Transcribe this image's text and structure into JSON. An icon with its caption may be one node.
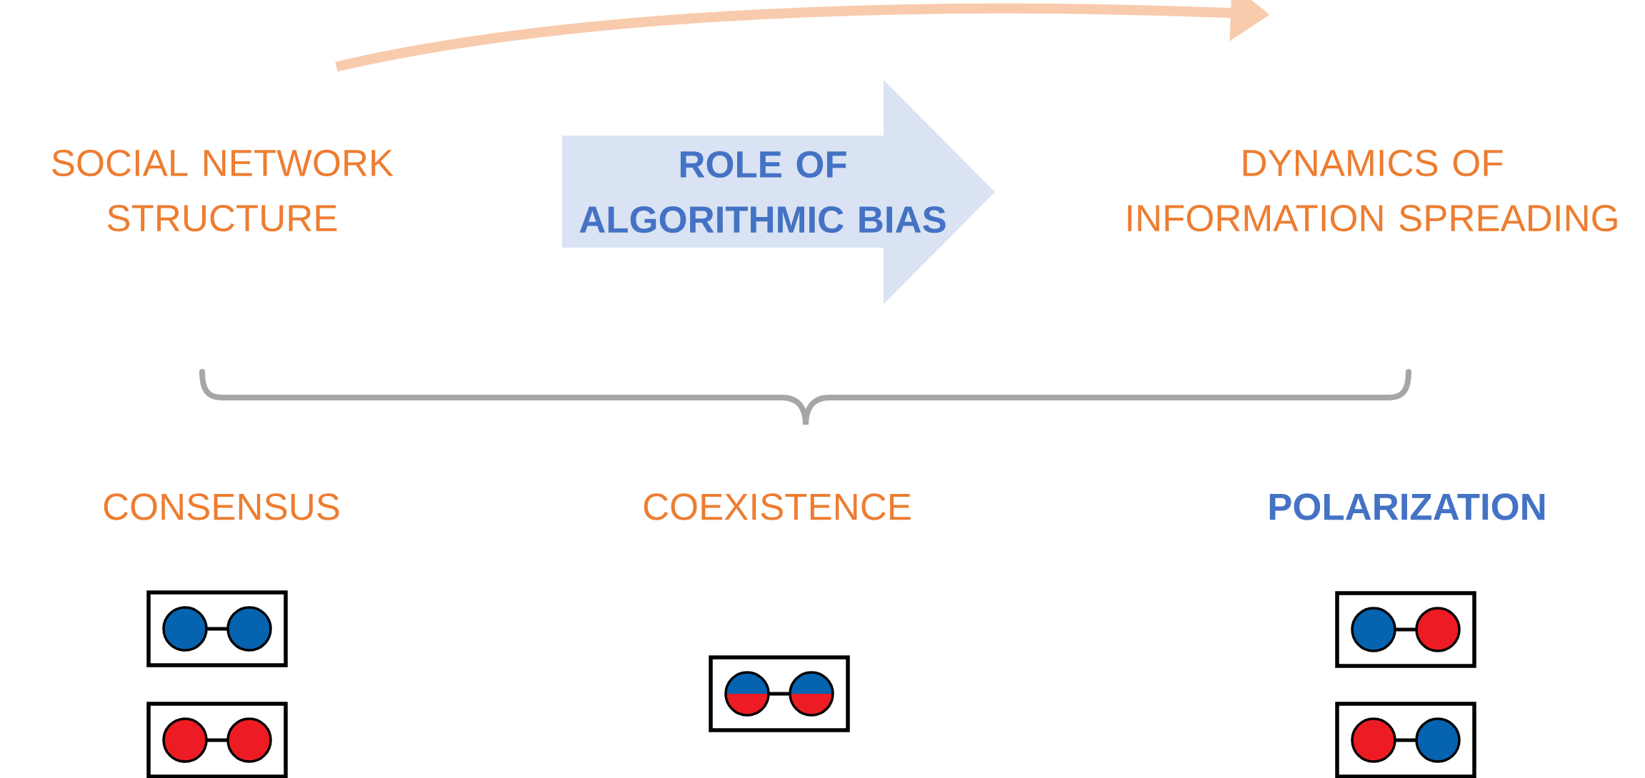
{
  "diagram": {
    "nodes": [
      {
        "text": [
          "SOCIAL NETWORK STRUCTURE"
        ]
      },
      {
        "text": [
          "ROLE OF ALGORITHMIC BIAS"
        ]
      },
      {
        "text": [
          "DYNAMICS OF INFORMATION SPREADING"
        ]
      },
      {
        "text": [
          "CONSENSUS"
        ]
      },
      {
        "text": [
          "COEXISTENCE"
        ]
      },
      {
        "text": [
          "POLARIZATION"
        ]
      }
    ],
    "edges": [
      {
        "from": 0,
        "to": 2,
        "arrow": "to",
        "color": "#f8cbad"
      }
    ]
  }
}
